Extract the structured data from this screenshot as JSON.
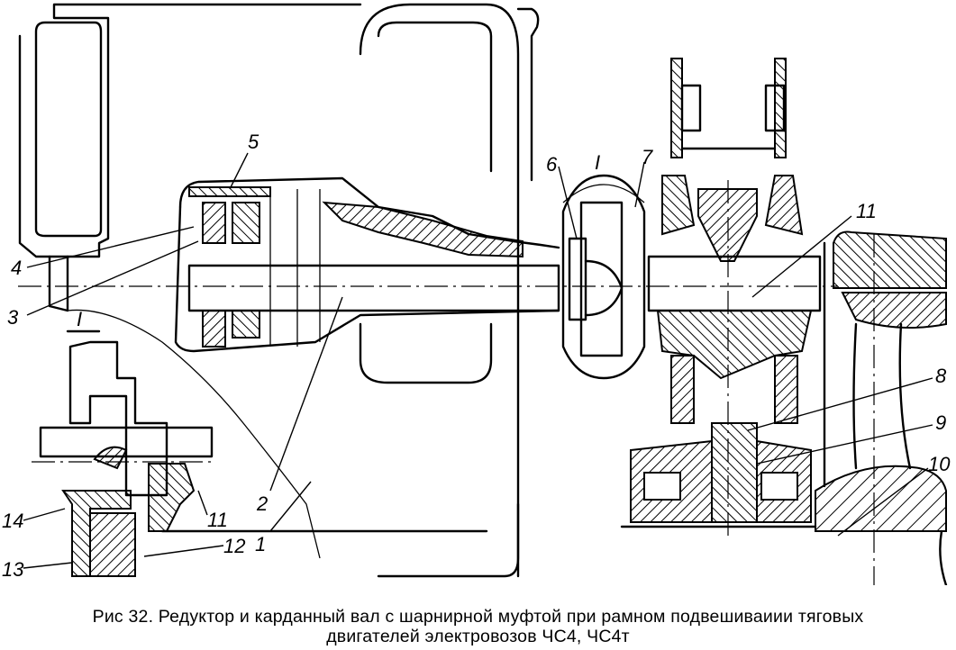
{
  "figure": {
    "caption_line1": "Рис 32. Редуктор и карданный вал с шарнирной муфтой при рамном подвешиваиии тяговых",
    "caption_line2": "двигателей электровозов ЧС4, ЧС4т",
    "detail_marker": "I",
    "detail_view_title": "I",
    "callouts": [
      "1",
      "2",
      "3",
      "4",
      "5",
      "6",
      "7",
      "8",
      "9",
      "10",
      "11",
      "12",
      "13",
      "14"
    ],
    "detail_callouts": [
      "11",
      "12",
      "13",
      "14"
    ]
  },
  "colors": {
    "ink": "#000000",
    "paper": "#ffffff"
  }
}
